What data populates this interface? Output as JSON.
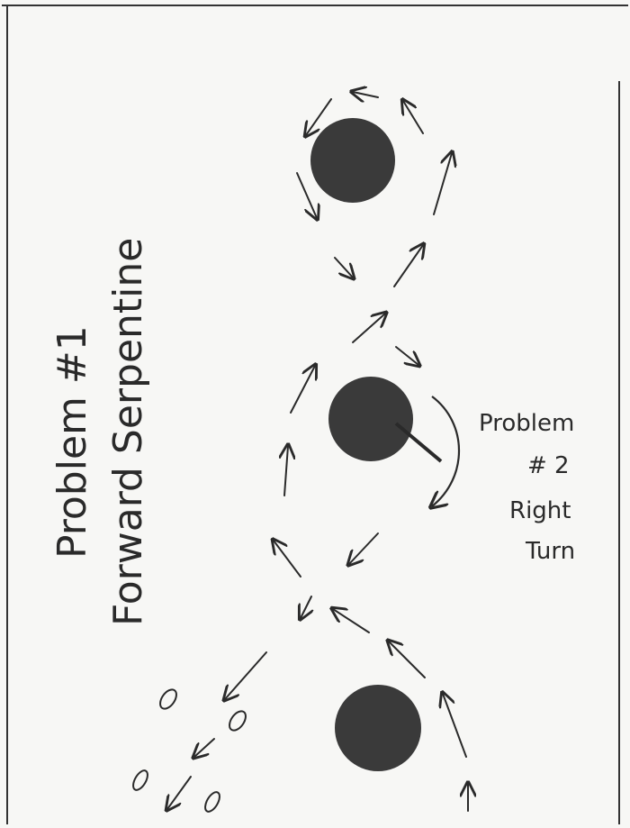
{
  "problem1": {
    "line1": "Problem #1",
    "line2": "Forward Serpentine"
  },
  "problem2": {
    "line1": "Problem",
    "line2": "# 2",
    "line3": "Right",
    "line4": "Turn"
  },
  "colors": {
    "paper": "#f7f7f5",
    "ink": "#2a2a2a",
    "pylon": "#3a3a3a"
  }
}
